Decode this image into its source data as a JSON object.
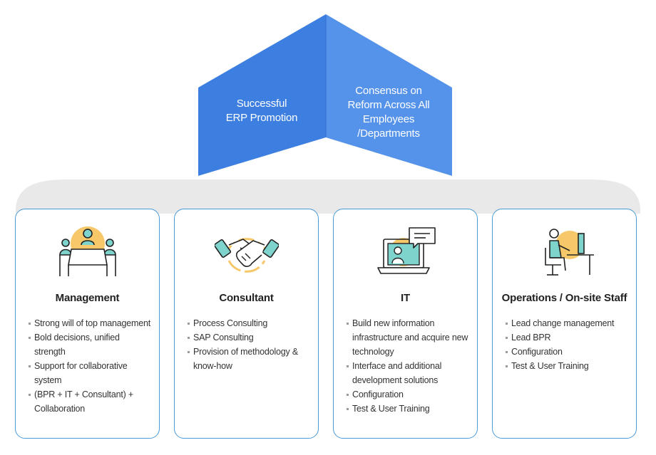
{
  "banner": {
    "left_lines": [
      "Successful",
      "ERP Promotion"
    ],
    "right_lines": [
      "Consensus on",
      "Reform Across All",
      "Employees",
      "/Departments"
    ]
  },
  "colors": {
    "banner_left": "#3d7fe0",
    "banner_right": "#5593ea",
    "platform": "#e9e9e9",
    "card_border": "#4a9ad6",
    "icon_accent": "#f6c86a",
    "icon_teal": "#7fd3cd",
    "icon_stroke": "#222222"
  },
  "cards": [
    {
      "icon": "meeting-table-icon",
      "title": "Management",
      "items": [
        "Strong will of top management",
        "Bold decisions, unified strength",
        "Support for collaborative system",
        "(BPR + IT + Consultant) + Collaboration"
      ]
    },
    {
      "icon": "handshake-icon",
      "title": "Consultant",
      "items": [
        "Process Consulting",
        "SAP Consulting",
        "Provision of methodology & know-how"
      ]
    },
    {
      "icon": "video-call-laptop-icon",
      "title": "IT",
      "items": [
        "Build new information infrastructure and acquire new technology",
        "Interface and additional development solutions",
        "Configuration",
        "Test & User Training"
      ]
    },
    {
      "icon": "desk-worker-icon",
      "title": "Operations / On-site Staff",
      "items": [
        "Lead change management",
        "Lead BPR",
        "Configuration",
        "Test & User Training"
      ]
    }
  ]
}
